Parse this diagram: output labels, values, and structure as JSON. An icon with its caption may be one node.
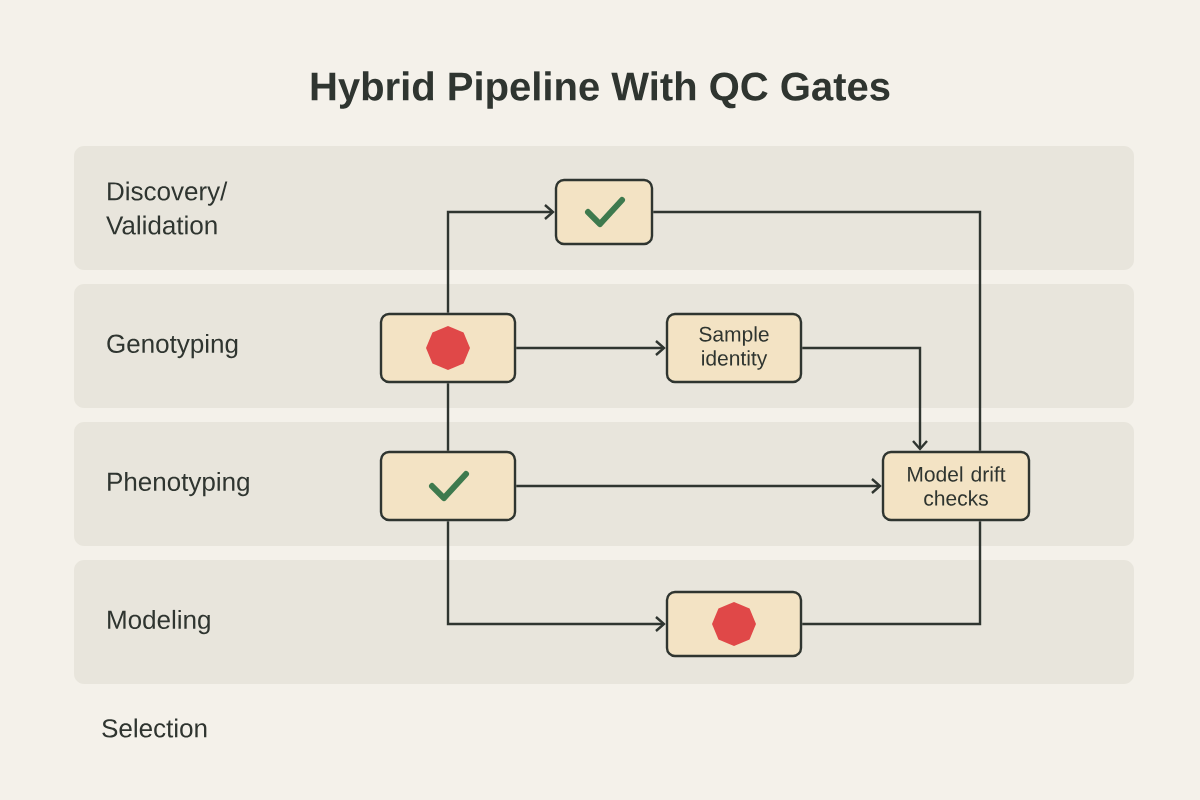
{
  "diagram": {
    "title": "Hybrid Pipeline With QC Gates",
    "nodes": [
      {
        "text": [
          "Discovery/ Validation"
        ]
      },
      {
        "text": [],
        "shape": "box",
        "in": 0
      },
      {
        "text": [
          "Genotyping"
        ]
      },
      {
        "text": [],
        "shape": "box",
        "in": 2
      },
      {
        "text": [
          "Sample identity"
        ],
        "in": 2
      },
      {
        "text": [
          "Phenotyping"
        ]
      },
      {
        "text": [],
        "shape": "box",
        "in": 5
      },
      {
        "text": [
          "Model drift checks"
        ],
        "in": 5
      },
      {
        "text": [
          "Modeling"
        ]
      },
      {
        "text": [],
        "shape": "box",
        "in": 8
      }
    ],
    "edges": [
      {
        "from": 3,
        "to": 1,
        "arrow": "to"
      },
      {
        "from": 1,
        "to": 7,
        "arrow": "none"
      },
      {
        "from": 7,
        "to": 9,
        "arrow": "none"
      },
      {
        "from": 3,
        "to": 4,
        "arrow": "to"
      },
      {
        "from": 4,
        "to": 7,
        "arrow": "to"
      },
      {
        "from": 3,
        "to": 6,
        "arrow": "none"
      },
      {
        "from": 6,
        "to": 7,
        "arrow": "to"
      },
      {
        "from": 6,
        "to": 9,
        "arrow": "to"
      }
    ],
    "labels": [
      "Selection"
    ]
  }
}
